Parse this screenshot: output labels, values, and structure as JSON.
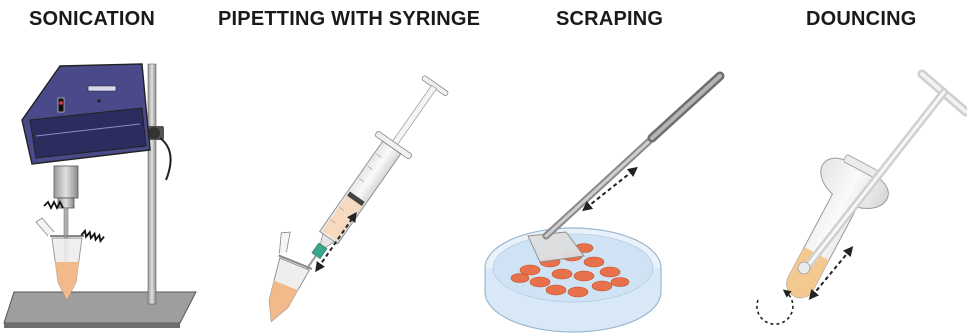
{
  "panels": [
    {
      "title": "SONICATION",
      "icon": "sonicator-icon"
    },
    {
      "title": "PIPETTING WITH SYRINGE",
      "icon": "syringe-icon"
    },
    {
      "title": "SCRAPING",
      "icon": "cell-scraper-icon"
    },
    {
      "title": "DOUNCING",
      "icon": "dounce-homogenizer-icon"
    }
  ],
  "colors": {
    "sonicator_body": "#4a4a8a",
    "sonicator_panel": "#2c2c5e",
    "sample_fluid": "#f2b98a",
    "cells": "#e8704a",
    "dish_water": "#cfe3f5",
    "needle_hub": "#3aa88e"
  }
}
